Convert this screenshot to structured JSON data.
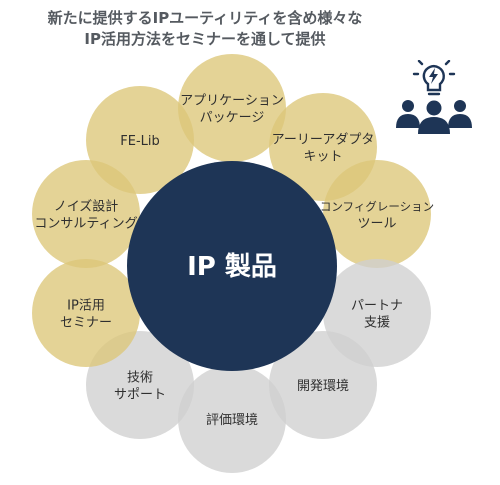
{
  "header": {
    "line1": "新たに提供するIPユーティリティを含め様々な",
    "line2": "IP活用方法をセミナーを通して提供"
  },
  "center": {
    "label": "IP 製品"
  },
  "colors": {
    "gold": "#dcc678",
    "gray": "#cfcfcf",
    "center": "#1e3556",
    "text": "#2f2f2f",
    "icon": "#1e3556"
  },
  "icon": {
    "name": "team-idea-icon"
  },
  "petals": [
    {
      "id": "app-package",
      "color": "gold",
      "lines": [
        "アプリケーション",
        "パッケージ"
      ]
    },
    {
      "id": "early-adopter-kit",
      "color": "gold",
      "lines": [
        "アーリーアダプタ",
        "キット"
      ]
    },
    {
      "id": "config-tool",
      "color": "gold",
      "lines": [
        "コンフィグレーション",
        "ツール"
      ]
    },
    {
      "id": "partner-support",
      "color": "gray",
      "lines": [
        "パートナ",
        "支援"
      ]
    },
    {
      "id": "dev-env",
      "color": "gray",
      "lines": [
        "開発環境"
      ]
    },
    {
      "id": "eval-env",
      "color": "gray",
      "lines": [
        "評価環境"
      ]
    },
    {
      "id": "tech-support",
      "color": "gray",
      "lines": [
        "技術",
        "サポート"
      ]
    },
    {
      "id": "ip-seminar",
      "color": "gold",
      "lines": [
        "IP活用",
        "セミナー"
      ]
    },
    {
      "id": "noise-design-consulting",
      "color": "gold",
      "lines": [
        "ノイズ設計",
        "コンサルティング"
      ]
    },
    {
      "id": "fe-lib",
      "color": "gold",
      "lines": [
        "FE-Lib"
      ]
    }
  ]
}
